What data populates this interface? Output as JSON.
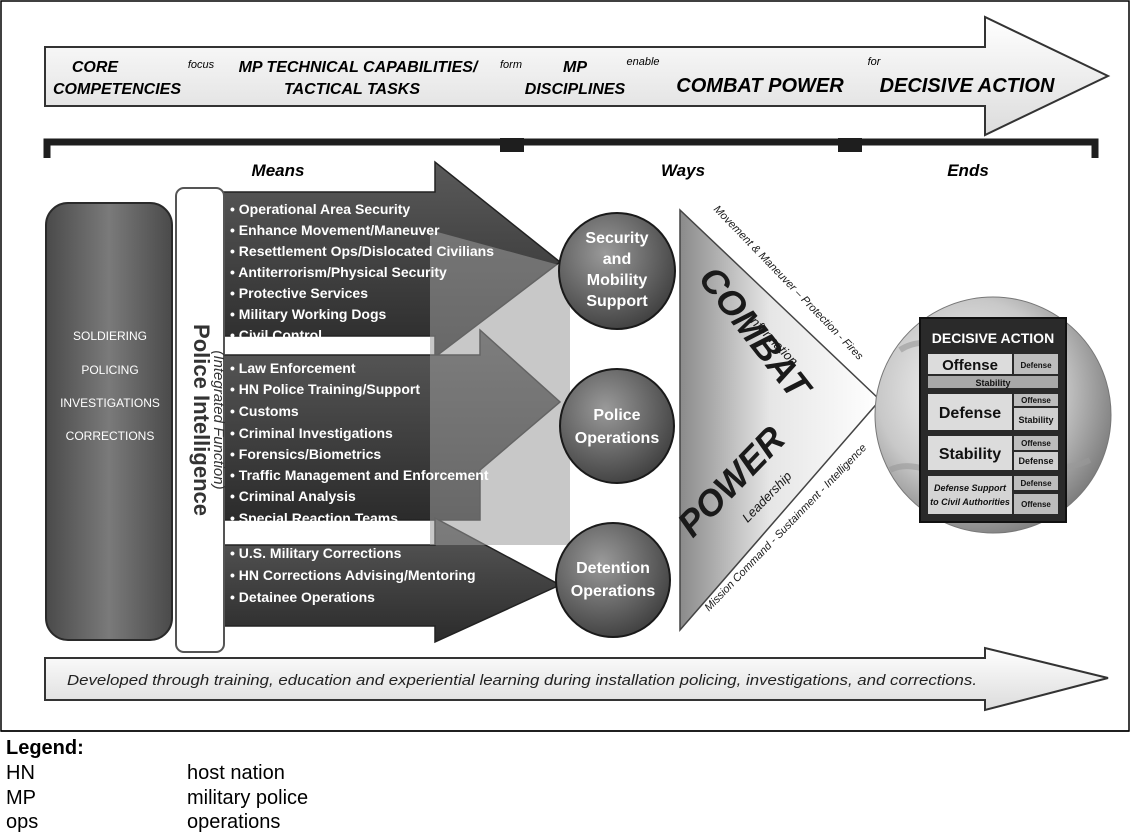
{
  "top_arrow": {
    "core_competencies": [
      "CORE",
      "COMPETENCIES"
    ],
    "focus": "focus",
    "mp_technical": [
      "MP TECHNICAL CAPABILITIES/",
      "TACTICAL TASKS"
    ],
    "form": "form",
    "mp_disciplines": [
      "MP",
      "DISCIPLINES"
    ],
    "enable": "enable",
    "combat_power": "COMBAT POWER",
    "for": "for",
    "decisive_action": "DECISIVE ACTION"
  },
  "brackets": {
    "means": "Means",
    "ways": "Ways",
    "ends": "Ends"
  },
  "core_box": [
    "SOLDIERING",
    "POLICING",
    "INVESTIGATIONS",
    "CORRECTIONS"
  ],
  "police_intelligence": {
    "title": "Police Intelligence",
    "subtitle": "(Integrated Function)"
  },
  "arrow_groups": [
    {
      "items": [
        "• Operational Area Security",
        "• Enhance Movement/Maneuver",
        "• Resettlement Ops/Dislocated Civilians",
        "• Antiterrorism/Physical Security",
        "• Protective Services",
        "• Military Working Dogs",
        "• Civil Control"
      ]
    },
    {
      "items": [
        "• Law Enforcement",
        "• HN Police Training/Support",
        "• Customs",
        "• Criminal Investigations",
        "• Forensics/Biometrics",
        "• Traffic Management and Enforcement",
        "• Criminal Analysis",
        "• Special Reaction Teams"
      ]
    },
    {
      "items": [
        "• U.S. Military Corrections",
        "• HN Corrections Advising/Mentoring",
        "• Detainee Operations"
      ]
    }
  ],
  "disciplines": [
    [
      "Security",
      "and",
      "Mobility",
      "Support"
    ],
    [
      "Police",
      "Operations"
    ],
    [
      "Detention",
      "Operations"
    ]
  ],
  "combat_triangle": {
    "combat": "COMBAT",
    "power": "POWER",
    "upper_edge": "Movement & Maneuver – Protection - Fires",
    "information": "Information",
    "leadership": "Leadership",
    "lower_edge": "Mission Command - Sustainment - Intelligence"
  },
  "decisive_panel": {
    "title": "DECISIVE ACTION",
    "rows": [
      {
        "main": "Offense",
        "side": [
          "Defense"
        ],
        "sub": "Stability"
      },
      {
        "main": "Defense",
        "side": [
          "Offense",
          "Stability"
        ]
      },
      {
        "main": "Stability",
        "side": [
          "Offense",
          "Defense"
        ]
      },
      {
        "main": "Defense Support\nto Civil Authorities",
        "side": [
          "Defense",
          "Offense"
        ]
      }
    ]
  },
  "bottom_arrow": "Developed through training, education and experiential learning during installation policing, investigations, and corrections.",
  "legend": {
    "title": "Legend:",
    "entries": [
      {
        "abbr": "HN",
        "meaning": "host nation"
      },
      {
        "abbr": "MP",
        "meaning": "military police"
      },
      {
        "abbr": "ops",
        "meaning": "operations"
      }
    ]
  },
  "colors": {
    "dark_gray": "#3a3a3a",
    "mid_gray": "#6e6e6e",
    "light_gray": "#bdbdbd",
    "arrow_fill": "#f2f2f2"
  }
}
